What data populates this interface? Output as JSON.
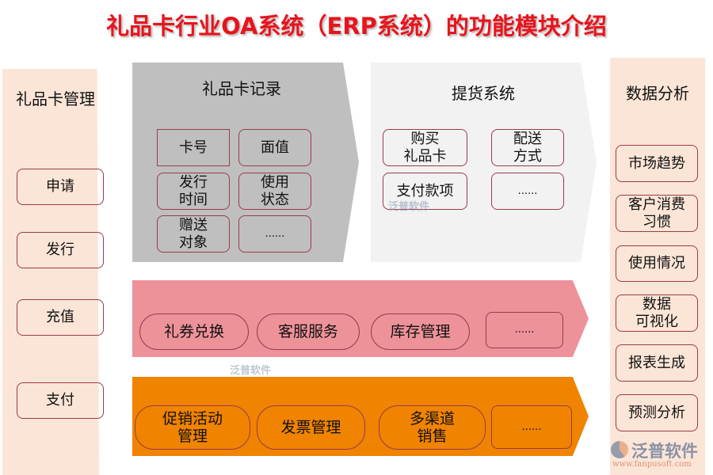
{
  "title": "礼品卡行业OA系统（ERP系统）的功能模块介绍",
  "left": {
    "title": "礼品卡管理",
    "items": [
      "申请",
      "发行",
      "充值",
      "支付"
    ]
  },
  "gift_record": {
    "title": "礼品卡记录",
    "items": [
      "卡号",
      "面值",
      "发行\n时间",
      "使用\n状态",
      "赠送\n对象",
      "......"
    ]
  },
  "pickup": {
    "title": "提货系统",
    "items": [
      "购买\n礼品卡",
      "配送\n方式",
      "支付款项",
      "......"
    ]
  },
  "pink_row": {
    "items": [
      "礼券兑换",
      "客服服务",
      "库存管理",
      "......"
    ]
  },
  "orange_row": {
    "items": [
      "促销活动\n管理",
      "发票管理",
      "多渠道\n销售",
      "......"
    ]
  },
  "right": {
    "title": "数据分析",
    "items": [
      "市场趋势",
      "客户消费\n习惯",
      "使用情况",
      "数据\n可视化",
      "报表生成",
      "预测分析"
    ]
  },
  "watermark": {
    "brand": "泛普软件",
    "url": "www.fanpusoft.com"
  },
  "colors": {
    "title": "#e8141c",
    "panel": "#fbe5d6",
    "gray": "#bfbfbf",
    "light": "#f2f2f2",
    "pink": "#ee929a",
    "orange": "#f08300"
  }
}
